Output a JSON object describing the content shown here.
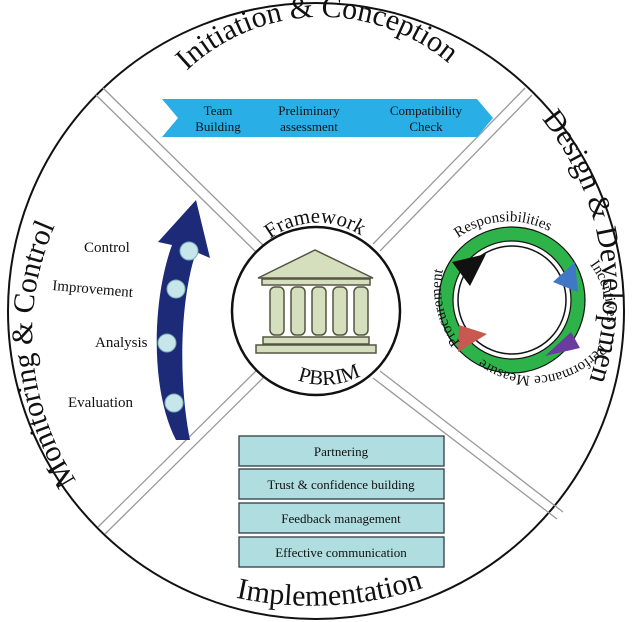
{
  "quadrants": {
    "top": "Initiation & Conception",
    "right": "Design & Development",
    "bottom": "Implementation",
    "left": "Monitoring & Control"
  },
  "initiation_steps": [
    "Team Building",
    "Preliminary assessment",
    "Compatibility Check"
  ],
  "initiation_step_lines": [
    [
      "Team",
      "Building"
    ],
    [
      "Preliminary",
      "assessment"
    ],
    [
      "Compatibility",
      "Check"
    ]
  ],
  "design_cycle": [
    "Responsibilities",
    "Incentives",
    "Performance Measures",
    "Procurement"
  ],
  "implementation_items": [
    "Partnering",
    "Trust & confidence building",
    "Feedback management",
    "Effective communication"
  ],
  "monitoring_steps": [
    "Control",
    "Improvement",
    "Analysis",
    "Evaluation"
  ],
  "center": {
    "top": "Framework",
    "bottom": "PBRIM"
  },
  "colors": {
    "chevron": "#29aee6",
    "box_fill": "#b0dde0",
    "box_stroke": "#2f3b44",
    "arrow": "#1c2a78",
    "dot": "#c6e6ec",
    "ring": "#2db34a",
    "cycle_arrows": [
      "#111111",
      "#3f78c4",
      "#6a3c9e",
      "#c85850"
    ],
    "building": "#d6dfbd",
    "building_stroke": "#555544",
    "separator": "#9a9a9a"
  },
  "icons": [
    "temple-icon",
    "cycle-arrow-icon",
    "upward-arrow-icon"
  ]
}
